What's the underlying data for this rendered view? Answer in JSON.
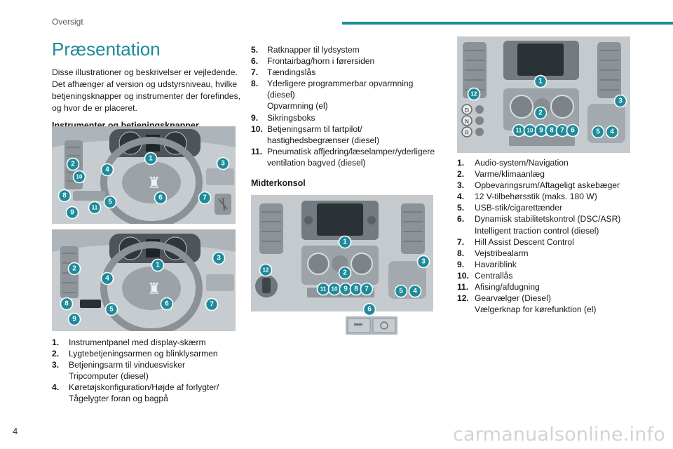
{
  "header": {
    "section": "Oversigt",
    "accent_color": "#1e8a9a"
  },
  "page_number": "4",
  "watermark": "carmanualsonline.info",
  "title": "Præsentation",
  "intro": "Disse illustrationer og beskrivelser er vejledende. Det afhænger af version og udstyrsniveau, hvilke betjeningsknapper og instrumenter der forefindes, og hvor de er placeret.",
  "instruments": {
    "heading": "Instrumenter og betjeningsknapper",
    "items": [
      {
        "num": "1.",
        "text": "Instrumentpanel med display-skærm"
      },
      {
        "num": "2.",
        "text": "Lygtebetjeningsarmen og blinklysarmen"
      },
      {
        "num": "3.",
        "text": "Betjeningsarm til vinduesvisker",
        "extra": "Tripcomputer (diesel)"
      },
      {
        "num": "4.",
        "text": "Køretøjskonfiguration/Højde af forlygter/ Tågelygter foran og bagpå"
      },
      {
        "num": "5.",
        "text": "Ratknapper til lydsystem"
      },
      {
        "num": "6.",
        "text": "Frontairbag/horn i førersiden"
      },
      {
        "num": "7.",
        "text": "Tændingslås"
      },
      {
        "num": "8.",
        "text": "Yderligere programmerbar opvarmning (diesel)",
        "extra": "Opvarmning (el)"
      },
      {
        "num": "9.",
        "text": "Sikringsboks"
      },
      {
        "num": "10.",
        "text": "Betjeningsarm til fartpilot/ hastighedsbegrænser (diesel)"
      },
      {
        "num": "11.",
        "text": "Pneumatisk affjedring/læselamper/yderligere ventilation bagved (diesel)"
      }
    ]
  },
  "console": {
    "heading": "Midterkonsol",
    "items": [
      {
        "num": "1.",
        "text": "Audio-system/Navigation"
      },
      {
        "num": "2.",
        "text": "Varme/klimaanlæg"
      },
      {
        "num": "3.",
        "text": "Opbevaringsrum/Aftageligt askebæger"
      },
      {
        "num": "4.",
        "text": "12 V-tilbehørsstik (maks. 180 W)"
      },
      {
        "num": "5.",
        "text": "USB-stik/cigarettænder"
      },
      {
        "num": "6.",
        "text": "Dynamisk stabilitetskontrol (DSC/ASR)",
        "extra": "Intelligent traction control (diesel)"
      },
      {
        "num": "7.",
        "text": "Hill Assist Descent Control"
      },
      {
        "num": "8.",
        "text": "Vejstribealarm"
      },
      {
        "num": "9.",
        "text": "Havariblink"
      },
      {
        "num": "10.",
        "text": "Centrallås"
      },
      {
        "num": "11.",
        "text": "Afising/afdugning"
      },
      {
        "num": "12.",
        "text": "Gearvælger (Diesel)",
        "extra": "Vælgerknap for kørefunktion (el)"
      }
    ]
  },
  "gear_labels": {
    "d": "D",
    "n": "N",
    "r": "R"
  },
  "callouts": {
    "c1": "1",
    "c2": "2",
    "c3": "3",
    "c4": "4",
    "c5": "5",
    "c6": "6",
    "c7": "7",
    "c8": "8",
    "c9": "9",
    "c10": "10",
    "c11": "11",
    "c12": "12"
  }
}
